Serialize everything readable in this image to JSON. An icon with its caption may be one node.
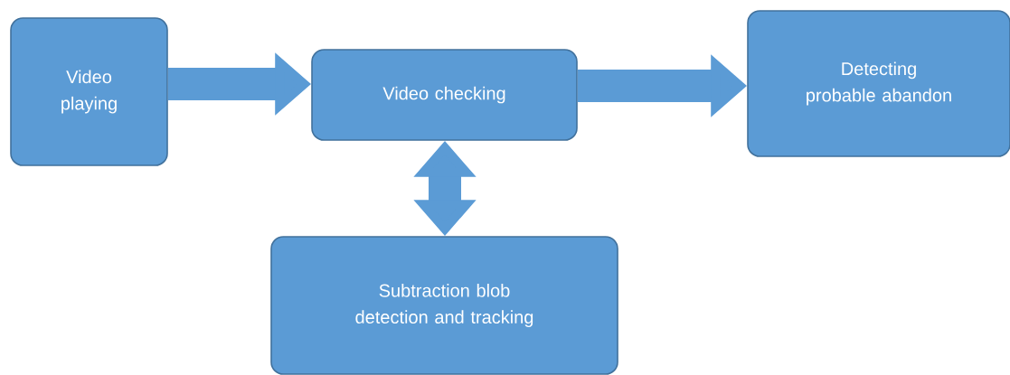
{
  "diagram": {
    "nodes": [
      {
        "text": [
          "Video playing"
        ]
      },
      {
        "text": [
          "Video checking"
        ]
      },
      {
        "text": [
          "Detecting probable abandon"
        ]
      },
      {
        "text": [
          "Subtraction blob detection and tracking"
        ]
      }
    ],
    "edges": [
      {
        "from": 0,
        "to": 1,
        "arrow": "to"
      },
      {
        "from": 1,
        "to": 2,
        "arrow": "to"
      },
      {
        "from": 1,
        "to": 3,
        "arrow": "both"
      }
    ]
  }
}
